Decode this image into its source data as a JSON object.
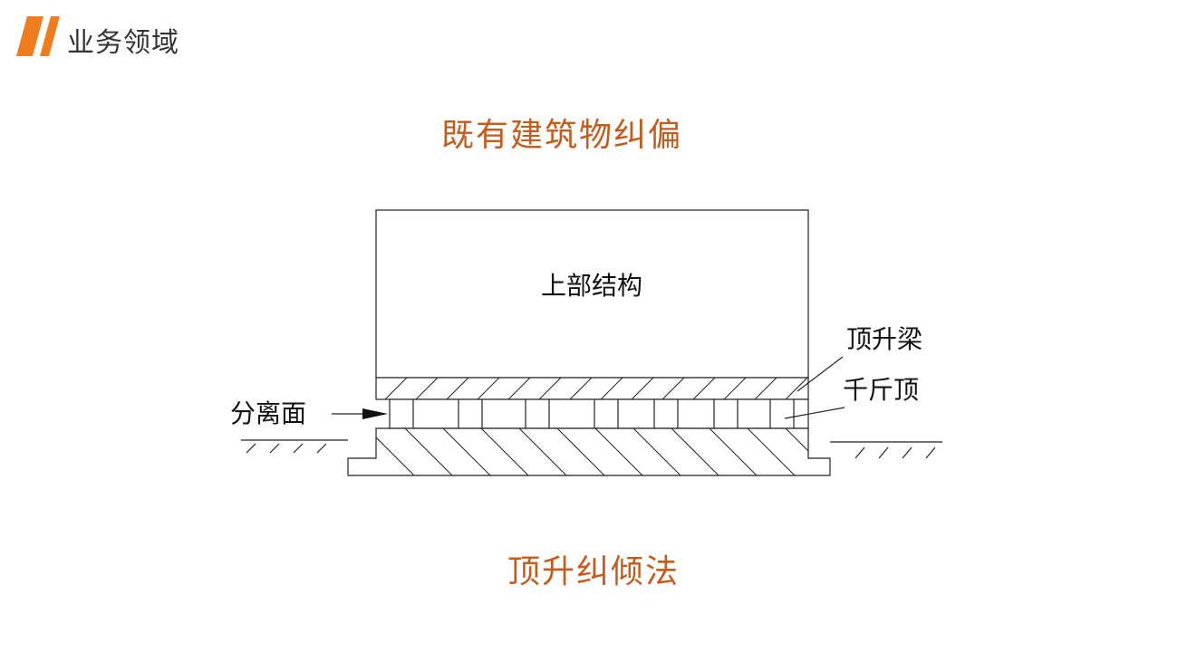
{
  "header": {
    "section_title": "业务领域",
    "logo_icon": "double-slash-logo-icon",
    "accent_color": "#f07c1e"
  },
  "slide": {
    "title": "既有建筑物纠偏",
    "caption": "顶升纠倾法",
    "title_color": "#c75b1c"
  },
  "diagram": {
    "labels": {
      "upper_structure": "上部结构",
      "jacking_beam": "顶升梁",
      "jack": "千斤顶",
      "separation_surface": "分离面"
    }
  }
}
